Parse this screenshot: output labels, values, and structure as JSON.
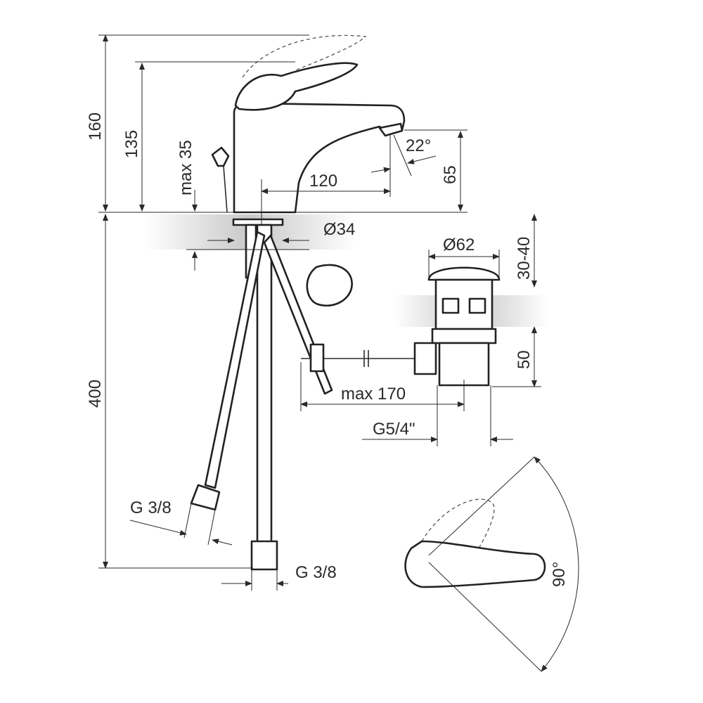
{
  "title": "Basin mixer technical drawing",
  "dimensions": {
    "total_height": "160",
    "body_height": "135",
    "max_counter_thickness": "max 35",
    "spout_reach": "120",
    "spout_angle": "22°",
    "spout_height": "65",
    "base_diameter": "Ø34",
    "drain_diameter": "Ø62",
    "drain_range": "30-40",
    "drain_length": "50",
    "rod_length": "max 170",
    "drain_thread": "G5/4\"",
    "hose_length": "400",
    "hose_thread_left": "G 3/8",
    "hose_thread_bottom": "G 3/8",
    "handle_rotation": "90°"
  },
  "colors": {
    "line": "#2a2a2a",
    "counter_shade": "#c8c8c8"
  }
}
